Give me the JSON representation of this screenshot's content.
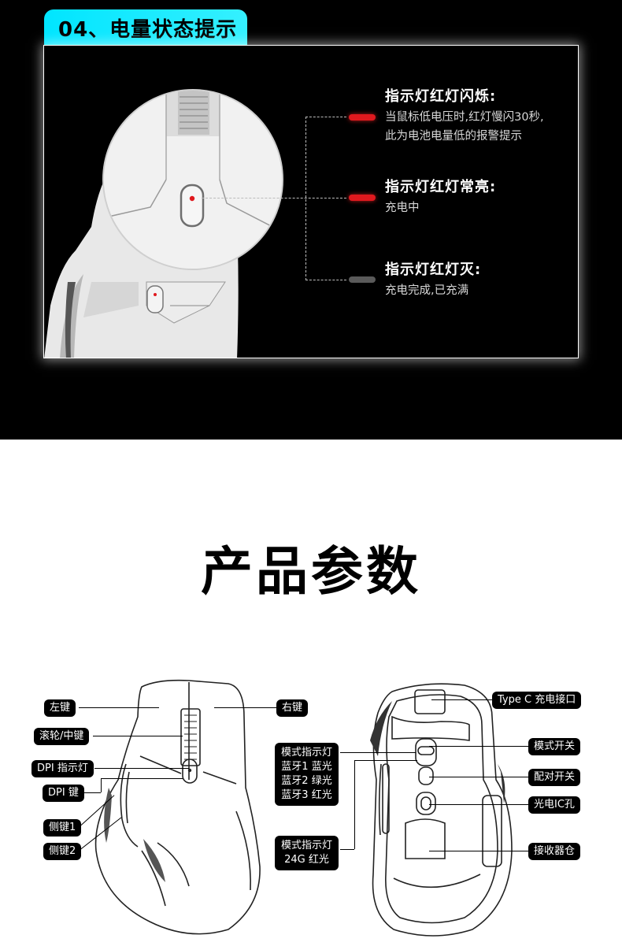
{
  "section_title": "04、电量状态提示",
  "statuses": [
    {
      "title": "指示灯红灯闪烁:",
      "desc_lines": [
        "当鼠标低电压时,红灯慢闪30秒,",
        "此为电池电量低的报警提示"
      ],
      "led_color": "#e0191e"
    },
    {
      "title": "指示灯红灯常亮:",
      "desc_lines": [
        "充电中"
      ],
      "led_color": "#e0191e"
    },
    {
      "title": "指示灯红灯灭:",
      "desc_lines": [
        "充电完成,已充满"
      ],
      "led_color": "#5a5a5a"
    }
  ],
  "params_title": "产品参数",
  "left_labels": [
    "左键",
    "滚轮/中键",
    "DPI 指示灯",
    "DPI 键",
    "侧键1",
    "侧键2"
  ],
  "right_labels": [
    "右键"
  ],
  "center_labels": {
    "mode_indicator_bt": [
      "模式指示灯",
      "蓝牙1 蓝光",
      "蓝牙2 绿光",
      "蓝牙3 红光"
    ],
    "mode_indicator_24g": [
      "模式指示灯",
      "24G 红光"
    ]
  },
  "bottom_labels": [
    "Type C 充电接口",
    "模式开关",
    "配对开关",
    "光电IC孔",
    "接收器仓"
  ],
  "colors": {
    "accent": "#00e5ff",
    "led_red": "#e0191e",
    "led_off": "#5a5a5a"
  }
}
